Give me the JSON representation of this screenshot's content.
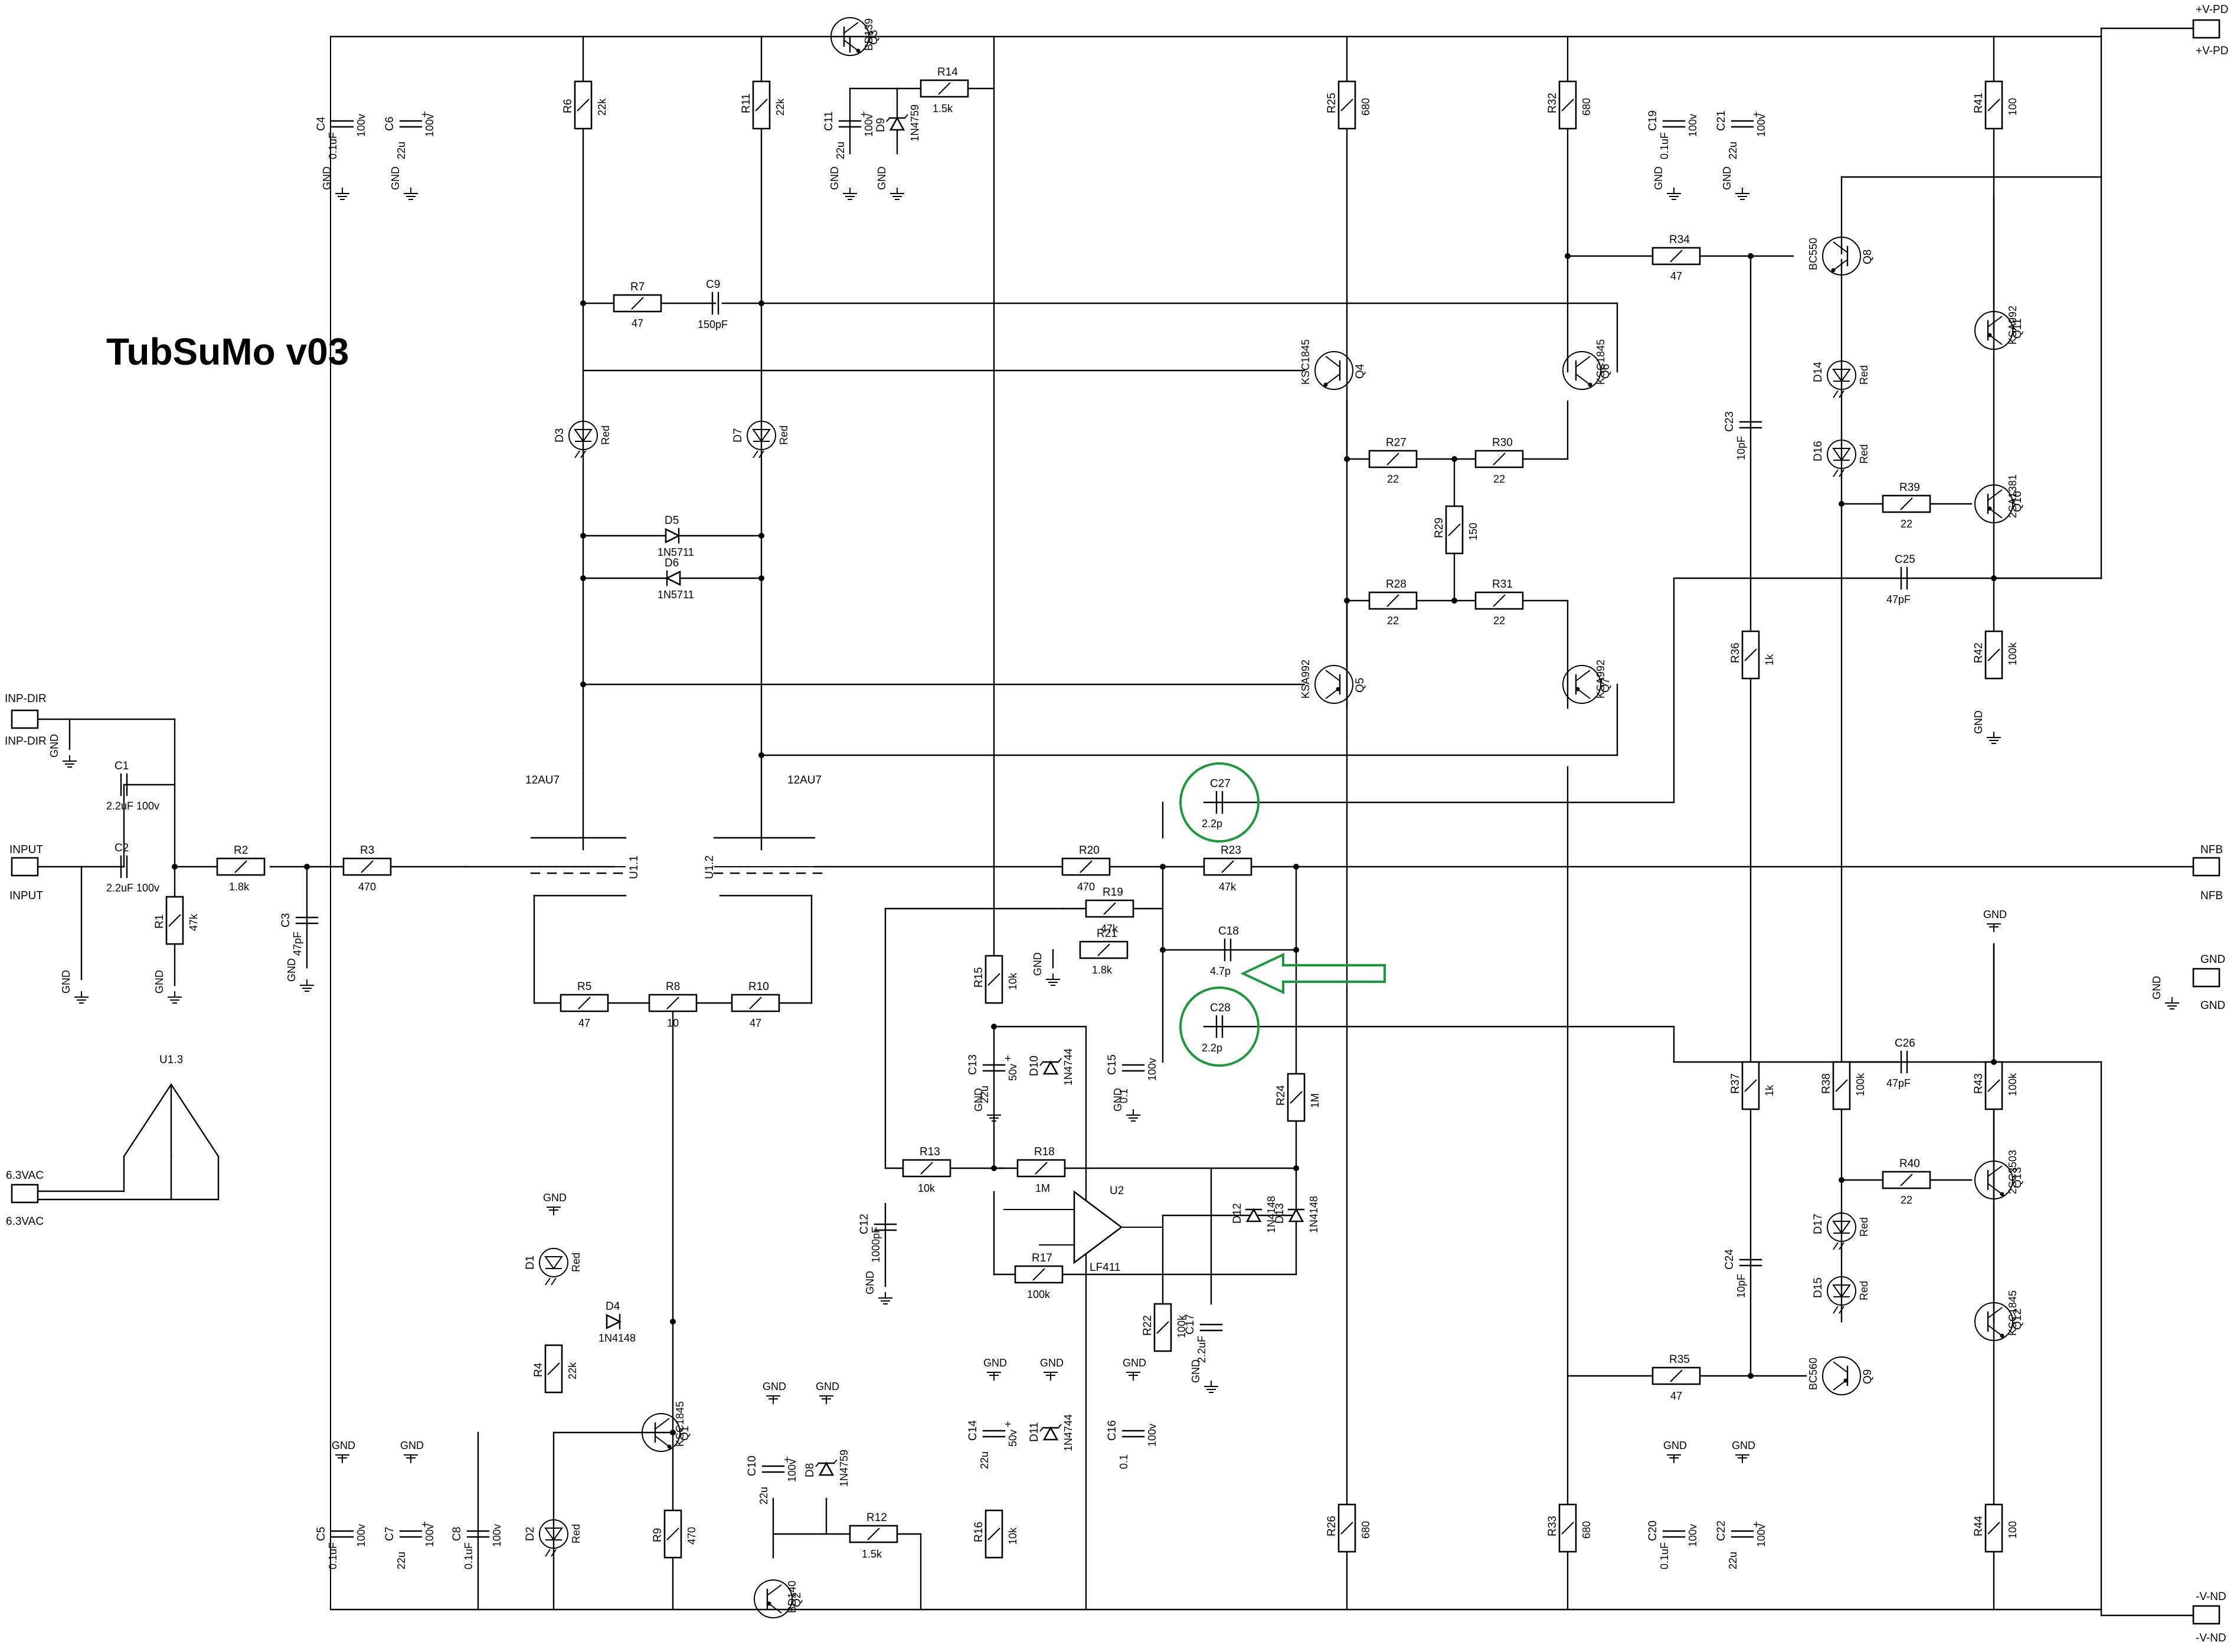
{
  "title": "TubSuMo v03",
  "colors": {
    "title": "#7b1414",
    "highlight": "#1a9a3a",
    "wire": "#000000",
    "background": "#ffffff"
  },
  "connectors": {
    "vpd_top": "+V-PD",
    "vpd_bot": "+V-PD",
    "vnd_top": "-V-ND",
    "vnd_bot": "-V-ND",
    "nfb_top": "NFB",
    "nfb_bot": "NFB",
    "gnd_top": "GND",
    "gnd_bot": "GND",
    "inpdir_top": "INP-DIR",
    "inpdir_bot": "INP-DIR",
    "input_top": "INPUT",
    "input_bot": "INPUT",
    "vac_top": "6.3VAC",
    "vac_bot": "6.3VAC"
  },
  "ground": "GND",
  "tubes": {
    "u11": "U1.1",
    "u12": "U1.2",
    "u13": "U1.3",
    "type": "12AU7"
  },
  "resistors": [
    {
      "ref": "R1",
      "val": "47k"
    },
    {
      "ref": "R2",
      "val": "1.8k"
    },
    {
      "ref": "R3",
      "val": "470"
    },
    {
      "ref": "R4",
      "val": "22k"
    },
    {
      "ref": "R5",
      "val": "47"
    },
    {
      "ref": "R6",
      "val": "22k"
    },
    {
      "ref": "R7",
      "val": "47"
    },
    {
      "ref": "R8",
      "val": "10"
    },
    {
      "ref": "R9",
      "val": "470"
    },
    {
      "ref": "R10",
      "val": "47"
    },
    {
      "ref": "R11",
      "val": "22k"
    },
    {
      "ref": "R12",
      "val": "1.5k"
    },
    {
      "ref": "R13",
      "val": "10k"
    },
    {
      "ref": "R14",
      "val": "1.5k"
    },
    {
      "ref": "R15",
      "val": "10k"
    },
    {
      "ref": "R16",
      "val": "10k"
    },
    {
      "ref": "R17",
      "val": "100k"
    },
    {
      "ref": "R18",
      "val": "1M"
    },
    {
      "ref": "R19",
      "val": "47k"
    },
    {
      "ref": "R20",
      "val": "470"
    },
    {
      "ref": "R21",
      "val": "1.8k"
    },
    {
      "ref": "R22",
      "val": "100k"
    },
    {
      "ref": "R23",
      "val": "47k"
    },
    {
      "ref": "R24",
      "val": "1M"
    },
    {
      "ref": "R25",
      "val": "680"
    },
    {
      "ref": "R26",
      "val": "680"
    },
    {
      "ref": "R27",
      "val": "22"
    },
    {
      "ref": "R28",
      "val": "22"
    },
    {
      "ref": "R29",
      "val": "150"
    },
    {
      "ref": "R30",
      "val": "22"
    },
    {
      "ref": "R31",
      "val": "22"
    },
    {
      "ref": "R32",
      "val": "680"
    },
    {
      "ref": "R33",
      "val": "680"
    },
    {
      "ref": "R34",
      "val": "47"
    },
    {
      "ref": "R35",
      "val": "47"
    },
    {
      "ref": "R36",
      "val": "1k"
    },
    {
      "ref": "R37",
      "val": "1k"
    },
    {
      "ref": "R38",
      "val": "100k"
    },
    {
      "ref": "R39",
      "val": "22"
    },
    {
      "ref": "R40",
      "val": "22"
    },
    {
      "ref": "R41",
      "val": "100"
    },
    {
      "ref": "R42",
      "val": "100k"
    },
    {
      "ref": "R43",
      "val": "100k"
    },
    {
      "ref": "R44",
      "val": "100"
    }
  ],
  "capacitors": [
    {
      "ref": "C1",
      "val": "2.2uF",
      "volt": "100v"
    },
    {
      "ref": "C2",
      "val": "2.2uF",
      "volt": "100v"
    },
    {
      "ref": "C3",
      "val": "47pF"
    },
    {
      "ref": "C4",
      "val": "0.1uF",
      "volt": "100v"
    },
    {
      "ref": "C5",
      "val": "0.1uF",
      "volt": "100v"
    },
    {
      "ref": "C6",
      "val": "22u",
      "volt": "100v"
    },
    {
      "ref": "C7",
      "val": "22u",
      "volt": "100v"
    },
    {
      "ref": "C8",
      "val": "0.1uF",
      "volt": "100v"
    },
    {
      "ref": "C9",
      "val": "150pF"
    },
    {
      "ref": "C10",
      "val": "22u",
      "volt": "100v"
    },
    {
      "ref": "C11",
      "val": "22u",
      "volt": "100v"
    },
    {
      "ref": "C12",
      "val": "1000pF"
    },
    {
      "ref": "C13",
      "val": "22u",
      "volt": "50v"
    },
    {
      "ref": "C14",
      "val": "22u",
      "volt": "50v"
    },
    {
      "ref": "C15",
      "val": "0.1",
      "volt": "100v"
    },
    {
      "ref": "C16",
      "val": "0.1",
      "volt": "100v"
    },
    {
      "ref": "C17",
      "val": "2.2uF"
    },
    {
      "ref": "C18",
      "val": "4.7p"
    },
    {
      "ref": "C19",
      "val": "0.1uF",
      "volt": "100v"
    },
    {
      "ref": "C20",
      "val": "0.1uF",
      "volt": "100v"
    },
    {
      "ref": "C21",
      "val": "22u",
      "volt": "100v"
    },
    {
      "ref": "C22",
      "val": "22u",
      "volt": "100v"
    },
    {
      "ref": "C23",
      "val": "10pF"
    },
    {
      "ref": "C24",
      "val": "10pF"
    },
    {
      "ref": "C25",
      "val": "47pF"
    },
    {
      "ref": "C26",
      "val": "47pF"
    },
    {
      "ref": "C27",
      "val": "2.2p"
    },
    {
      "ref": "C28",
      "val": "2.2p"
    }
  ],
  "diodes": [
    {
      "ref": "D1",
      "val": "Red"
    },
    {
      "ref": "D2",
      "val": "Red"
    },
    {
      "ref": "D3",
      "val": "Red"
    },
    {
      "ref": "D4",
      "val": "1N4148"
    },
    {
      "ref": "D5",
      "val": "1N5711"
    },
    {
      "ref": "D6",
      "val": "1N5711"
    },
    {
      "ref": "D7",
      "val": "Red"
    },
    {
      "ref": "D8",
      "val": "1N4759"
    },
    {
      "ref": "D9",
      "val": "1N4759"
    },
    {
      "ref": "D10",
      "val": "1N4744"
    },
    {
      "ref": "D11",
      "val": "1N4744"
    },
    {
      "ref": "D12",
      "val": "1N4148"
    },
    {
      "ref": "D13",
      "val": "1N4148"
    },
    {
      "ref": "D14",
      "val": "Red"
    },
    {
      "ref": "D15",
      "val": "Red"
    },
    {
      "ref": "D16",
      "val": "Red"
    },
    {
      "ref": "D17",
      "val": "Red"
    }
  ],
  "transistors": [
    {
      "ref": "Q1",
      "val": "KSC1845"
    },
    {
      "ref": "Q2",
      "val": "BD140"
    },
    {
      "ref": "Q3",
      "val": "BD139"
    },
    {
      "ref": "Q4",
      "val": "KSC1845"
    },
    {
      "ref": "Q5",
      "val": "KSA992"
    },
    {
      "ref": "Q6",
      "val": "KSC1845"
    },
    {
      "ref": "Q7",
      "val": "KSA992"
    },
    {
      "ref": "Q8",
      "val": "BC550"
    },
    {
      "ref": "Q9",
      "val": "BC560"
    },
    {
      "ref": "Q10",
      "val": "2SA1381"
    },
    {
      "ref": "Q11",
      "val": "KSA992"
    },
    {
      "ref": "Q12",
      "val": "KSC1845"
    },
    {
      "ref": "Q13",
      "val": "2SC3503"
    }
  ],
  "opamp": {
    "ref": "U2",
    "val": "LF411"
  }
}
